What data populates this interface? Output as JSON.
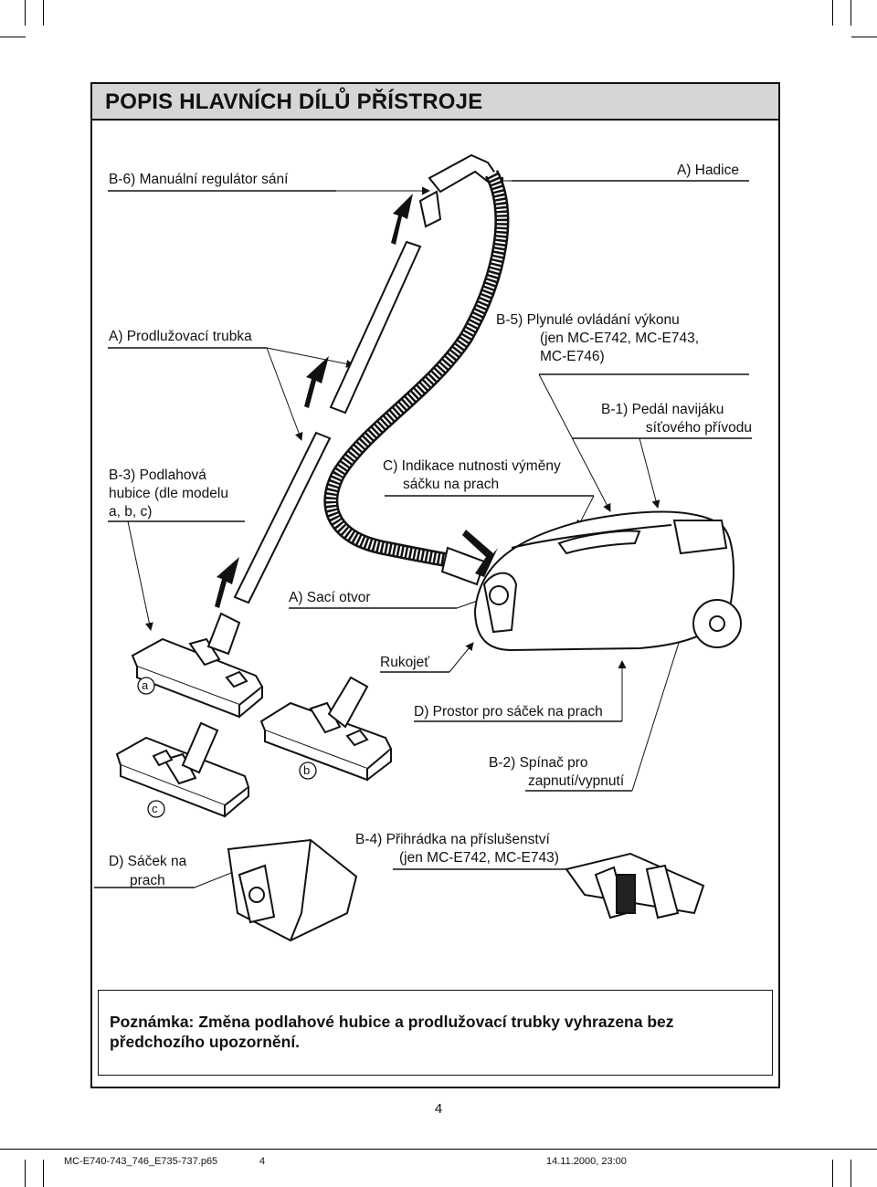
{
  "title": "POPIS HLAVNÍCH  DÍLŮ PŘÍSTROJE",
  "labels": {
    "b6": "B-6) Manuální regulátor sání",
    "a_hose": "A) Hadice",
    "a_tube": "A) Prodlužovací trubka",
    "b5_1": "B-5)   Plynulé ovládání výkonu",
    "b5_2": "(jen MC-E742, MC-E743,",
    "b5_3": "MC-E746)",
    "b1_1": "B-1)  Pedál navijáku",
    "b1_2": "síťového přívodu",
    "b3_1": "B-3) Podlahová",
    "b3_2": "hubice (dle modelu",
    "b3_3": "a, b, c)",
    "c_1": "C) Indikace nutnosti výměny",
    "c_2": "sáčku na prach",
    "a_inlet": "A) Sací otvor",
    "handle": "Rukojeť",
    "d_compartment": "D) Prostor pro sáček na prach",
    "b2_1": "B-2)  Spínač pro",
    "b2_2": "zapnutí/vypnutí",
    "d_bag_1": "D) Sáček na",
    "d_bag_2": "prach",
    "b4_1": "B-4)   Přihrádka na příslušenství",
    "b4_2": "(jen MC-E742, MC-E743)",
    "nozzle_a": "a",
    "nozzle_b": "b",
    "nozzle_c": "c"
  },
  "note": "Poznámka: Změna podlahové hubice a prodlužovací trubky vyhrazena bez předchozího upozornění.",
  "page_number": "4",
  "footer": {
    "file": "MC-E740-743_746_E735-737.p65",
    "page": "4",
    "datetime": "14.11.2000, 23:00"
  }
}
